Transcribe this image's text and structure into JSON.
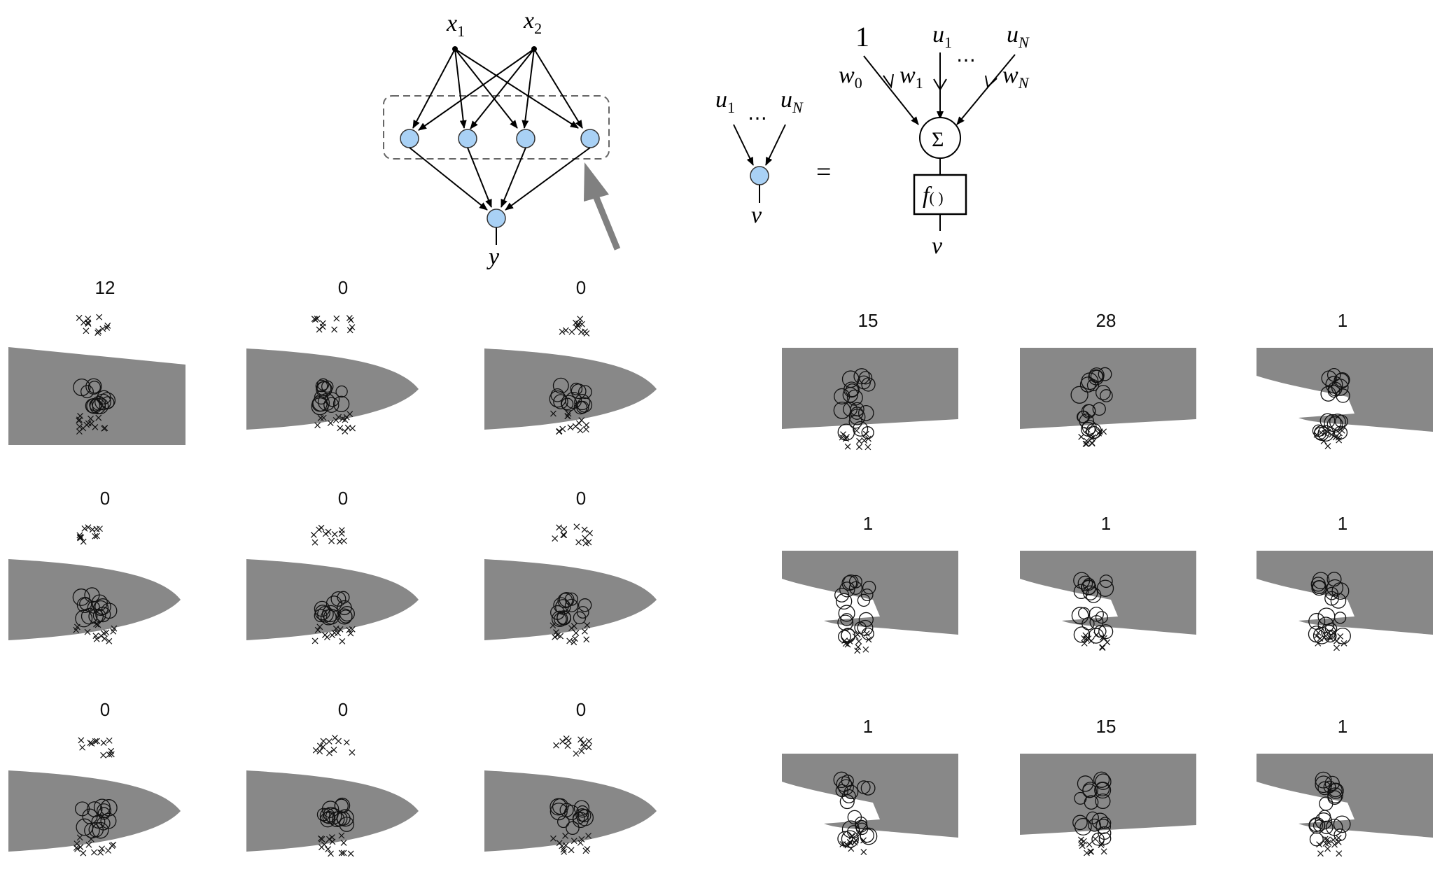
{
  "network": {
    "inputs": [
      "x",
      "x"
    ],
    "input_subscripts": [
      "1",
      "2"
    ],
    "output": "y"
  },
  "neuron": {
    "inputs": [
      "u",
      "u"
    ],
    "input_subscripts": [
      "1",
      "N"
    ],
    "output": "v",
    "dots": "⋯",
    "equals": "="
  },
  "neuron_detail": {
    "bias": "1",
    "inputs": [
      "u",
      "u"
    ],
    "input_subscripts": [
      "1",
      "N"
    ],
    "weights": [
      "w",
      "w",
      "w"
    ],
    "weight_subscripts": [
      "0",
      "1",
      "N"
    ],
    "dots": "⋯",
    "sum_symbol": "Σ",
    "activation": "f",
    "activation_parens": "( )",
    "output": "v"
  },
  "left_grid": {
    "titles": [
      "12",
      "0",
      "0",
      "0",
      "0",
      "0",
      "0",
      "0",
      "0"
    ]
  },
  "right_grid": {
    "titles": [
      "15",
      "28",
      "1",
      "1",
      "1",
      "1",
      "1",
      "15",
      "1"
    ]
  },
  "colors": {
    "node_fill": "#a9d1f5",
    "region_gray": "#888888",
    "arrow_gray": "#808080"
  }
}
